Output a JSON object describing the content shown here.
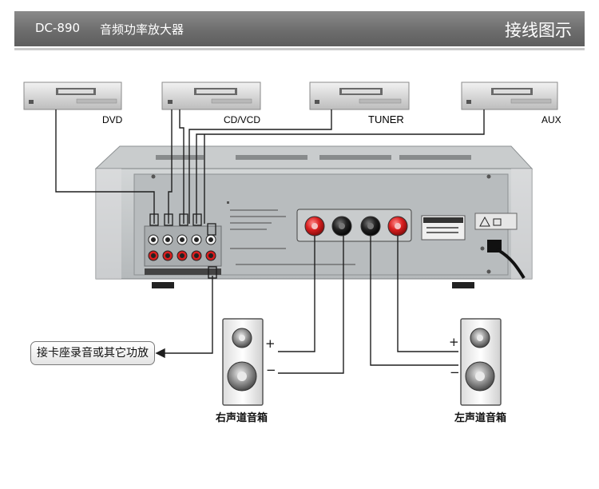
{
  "header": {
    "model": "DC-890",
    "product_name": "音频功率放大器",
    "diagram_title": "接线图示"
  },
  "sources": [
    {
      "id": "dvd",
      "label": "DVD"
    },
    {
      "id": "cdvcd",
      "label": "CD/VCD"
    },
    {
      "id": "tuner",
      "label": "TUNER"
    },
    {
      "id": "aux",
      "label": "AUX"
    }
  ],
  "recording_output": {
    "label": "接卡座录音或其它功放"
  },
  "speakers": {
    "right": {
      "label": "右声道音箱",
      "plus": "+",
      "minus": "−"
    },
    "left": {
      "label": "左声道音箱",
      "plus": "+",
      "minus": "−"
    }
  },
  "colors": {
    "header": "#6d6d6d",
    "chassis": "#c3c7c9",
    "terminal_red": "#d81e1e",
    "terminal_black": "#222222"
  }
}
